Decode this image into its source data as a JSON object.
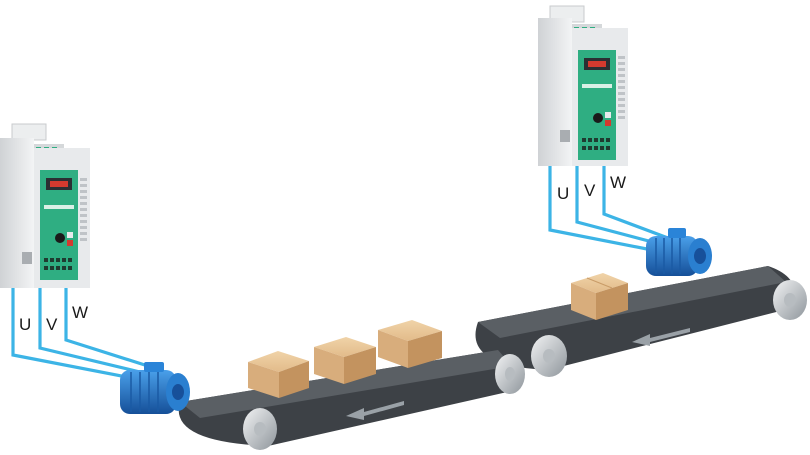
{
  "drives": [
    {
      "phase_labels": [
        "U",
        "V",
        "W"
      ]
    },
    {
      "phase_labels": [
        "U",
        "V",
        "W"
      ]
    }
  ],
  "conveyors": [
    {
      "boxes": 3,
      "direction": "left"
    },
    {
      "boxes": 1,
      "direction": "left"
    }
  ],
  "colors": {
    "cable": "#3cb4e6",
    "motor": "#1f74c9",
    "drive_body": "#e4e6e8",
    "drive_panel": "#2fae82",
    "belt": "#3d4146",
    "box": "#d8ad7c",
    "arrow": "#9aa1a7"
  }
}
